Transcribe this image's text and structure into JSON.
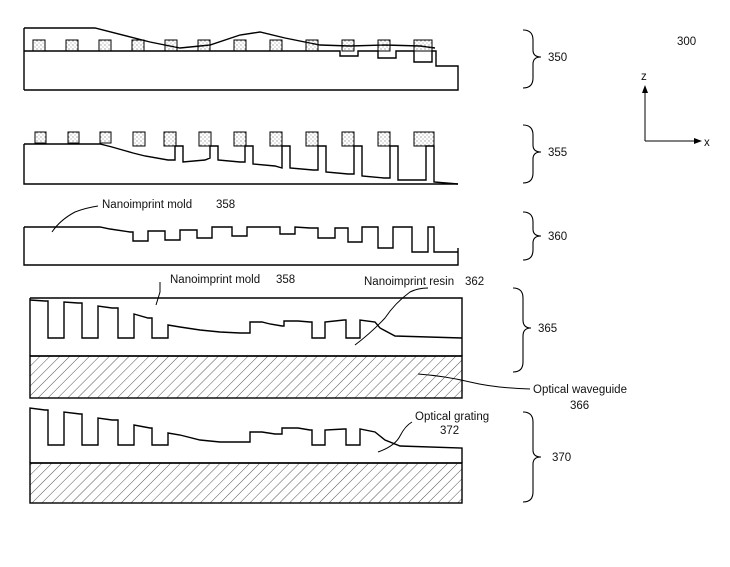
{
  "figure": {
    "number": "300",
    "axes": {
      "z": "z",
      "x": "x"
    }
  },
  "steps": [
    {
      "ref": "350"
    },
    {
      "ref": "355"
    },
    {
      "ref": "360"
    },
    {
      "ref": "365"
    },
    {
      "ref": "370"
    }
  ],
  "labels": {
    "mold_360": "Nanoimprint mold",
    "mold_360_ref": "358",
    "mold_365": "Nanoimprint mold",
    "mold_365_ref": "358",
    "resin_365": "Nanoimprint resin",
    "resin_365_ref": "362",
    "waveguide": "Optical waveguide",
    "waveguide_ref": "366",
    "grating": "Optical grating",
    "grating_ref": "372"
  }
}
